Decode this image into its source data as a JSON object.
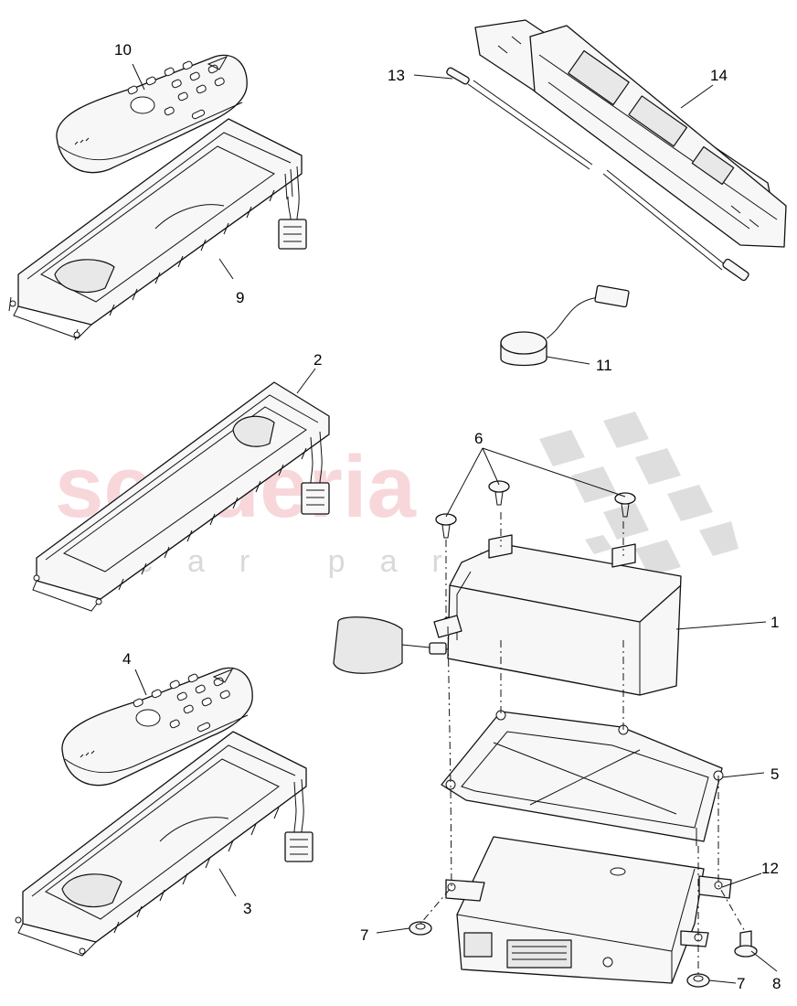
{
  "watermark": {
    "brand": "scuderia",
    "tagline": "car parts",
    "brand_color": "#f2b7bd"
  },
  "callouts": {
    "c1": "1",
    "c2": "2",
    "c3": "3",
    "c4": "4",
    "c5": "5",
    "c6": "6",
    "c7a": "7",
    "c7b": "7",
    "c8": "8",
    "c9": "9",
    "c10": "10",
    "c11": "11",
    "c12": "12",
    "c13": "13",
    "c14": "14"
  }
}
